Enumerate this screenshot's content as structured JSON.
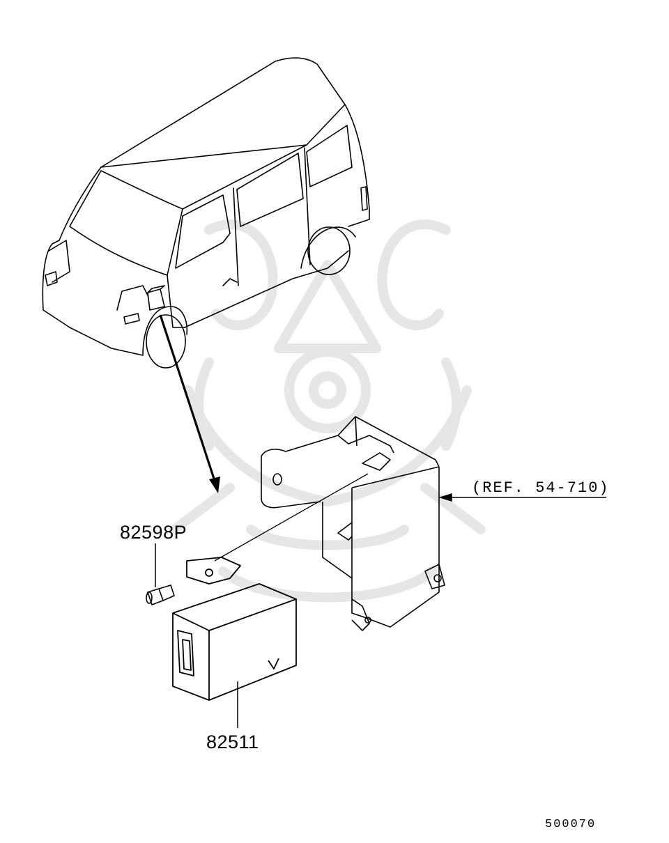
{
  "diagram": {
    "callouts": {
      "bolt_part_number": "82598P",
      "module_part_number": "82511",
      "bracket_reference": "(REF. 54-710)"
    },
    "figure_number": "500070",
    "line_color": "#000000",
    "watermark_color": "#e6e6e6",
    "background_color": "#ffffff"
  }
}
